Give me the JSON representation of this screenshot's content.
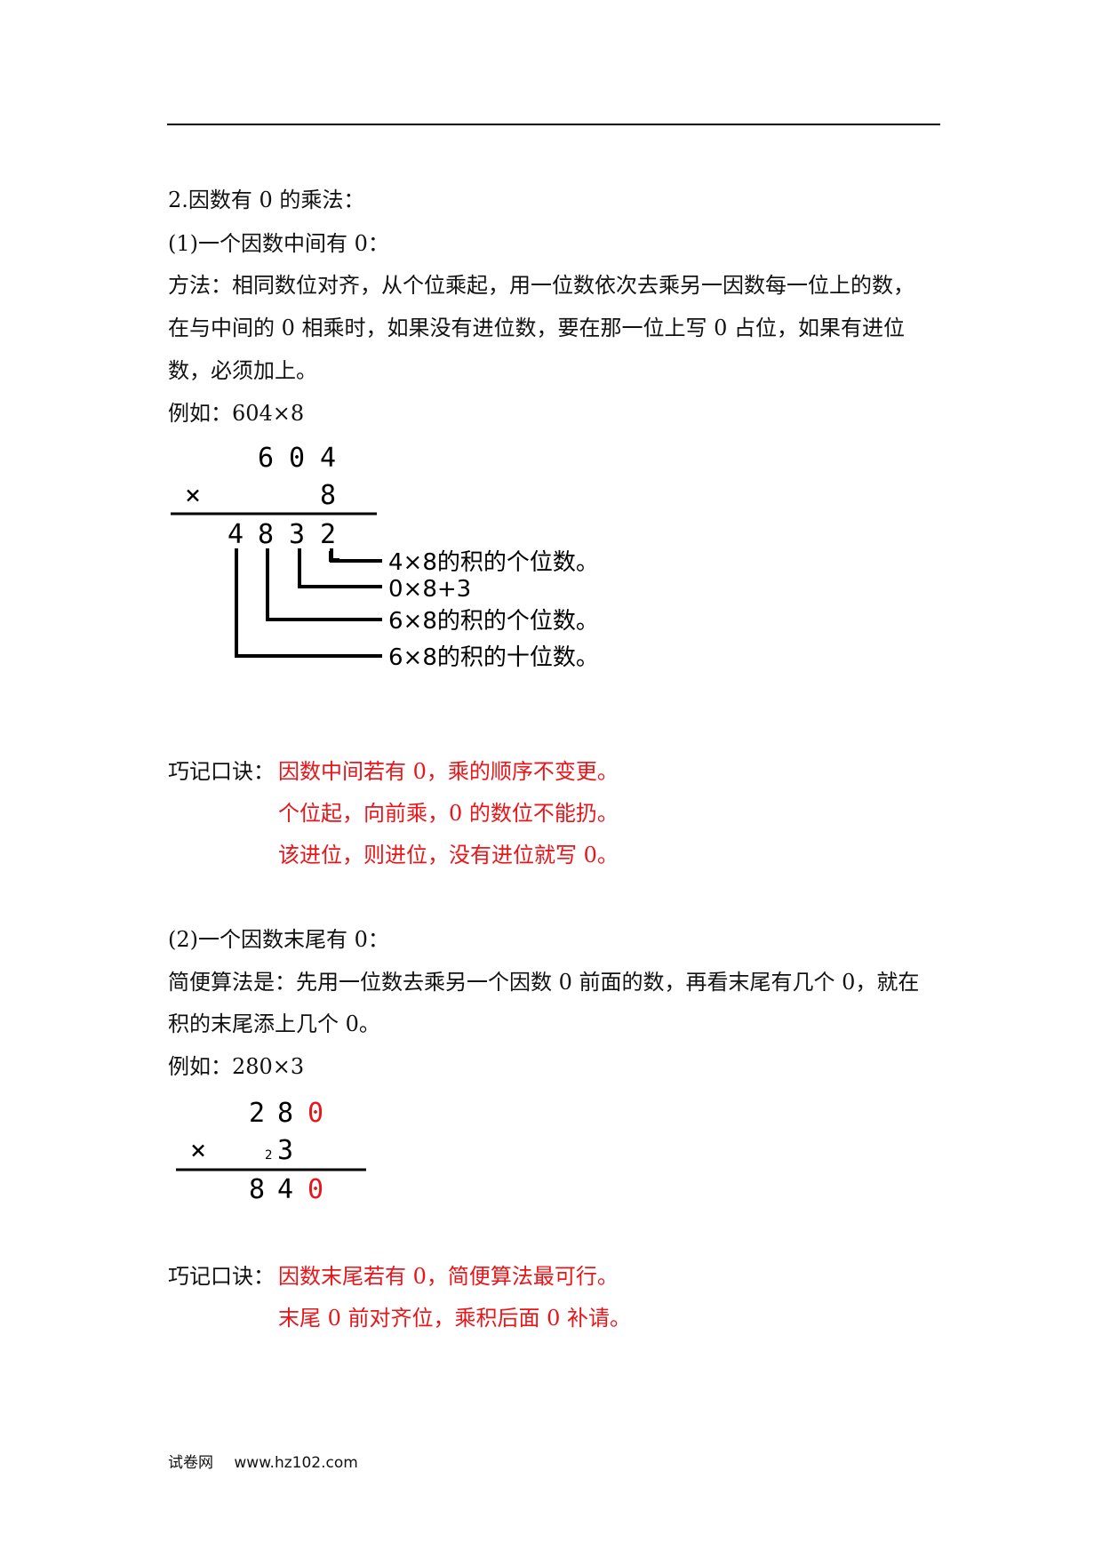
{
  "section": {
    "title": "2.因数有 0 的乘法：",
    "part1": {
      "heading": "(1)一个因数中间有 0：",
      "method": [
        "方法：相同数位对齐，从个位乘起，用一位数依次去乘另一因数每一位上的数，",
        "在与中间的 0 相乘时，如果没有进位数，要在那一位上写 0 占位，如果有进位",
        "数，必须加上。"
      ],
      "example_label": "例如：604×8",
      "calc": {
        "top": [
          "6",
          "0",
          "4"
        ],
        "times": "×",
        "multiplier": "8",
        "result": [
          "4",
          "8",
          "3",
          "2"
        ],
        "notes": [
          "4×8的积的个位数。",
          "0×8+3",
          "6×8的积的个位数。",
          "6×8的积的十位数。"
        ]
      },
      "mnemonic_label": "巧记口诀：",
      "mnemonic": [
        "因数中间若有 0，乘的顺序不变更。",
        "个位起，向前乘，0 的数位不能扔。",
        "该进位，则进位，没有进位就写 0。"
      ]
    },
    "part2": {
      "heading": "(2)一个因数末尾有 0：",
      "method": [
        "简便算法是：先用一位数去乘另一个因数 0 前面的数，再看末尾有几个 0，就在",
        "积的末尾添上几个 0。"
      ],
      "example_label": "例如：280×3",
      "calc": {
        "top": [
          "2",
          "8",
          "0"
        ],
        "times": "×",
        "carry": "2",
        "multiplier": "3",
        "result": [
          "8",
          "4",
          "0"
        ]
      },
      "mnemonic_label": "巧记口诀：",
      "mnemonic": [
        "因数末尾若有 0，简便算法最可行。",
        "末尾 0 前对齐位，乘积后面 0 补请。"
      ]
    }
  },
  "footer": {
    "site_name": "试卷网",
    "url": "www.hz102.com"
  },
  "colors": {
    "highlight": "#e8161a",
    "text": "#111111"
  }
}
